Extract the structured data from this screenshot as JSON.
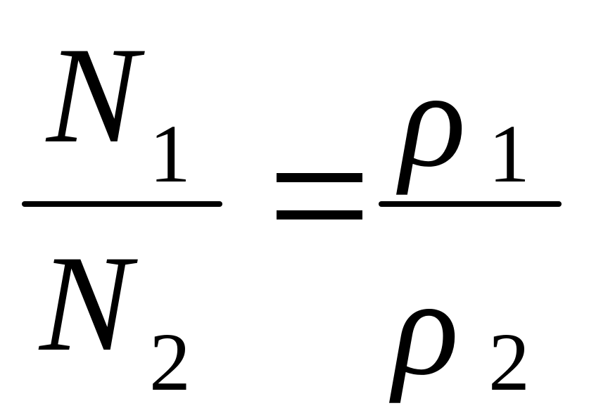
{
  "formula": {
    "left": {
      "numerator": {
        "symbol": "N",
        "subscript": "1"
      },
      "denominator": {
        "symbol": "N",
        "subscript": "2"
      }
    },
    "relation": "=",
    "right": {
      "numerator": {
        "symbol": "ρ",
        "subscript": "1"
      },
      "denominator": {
        "symbol": "ρ",
        "subscript": "2"
      }
    }
  },
  "colors": {
    "ink": "#000000",
    "background": "#ffffff"
  }
}
